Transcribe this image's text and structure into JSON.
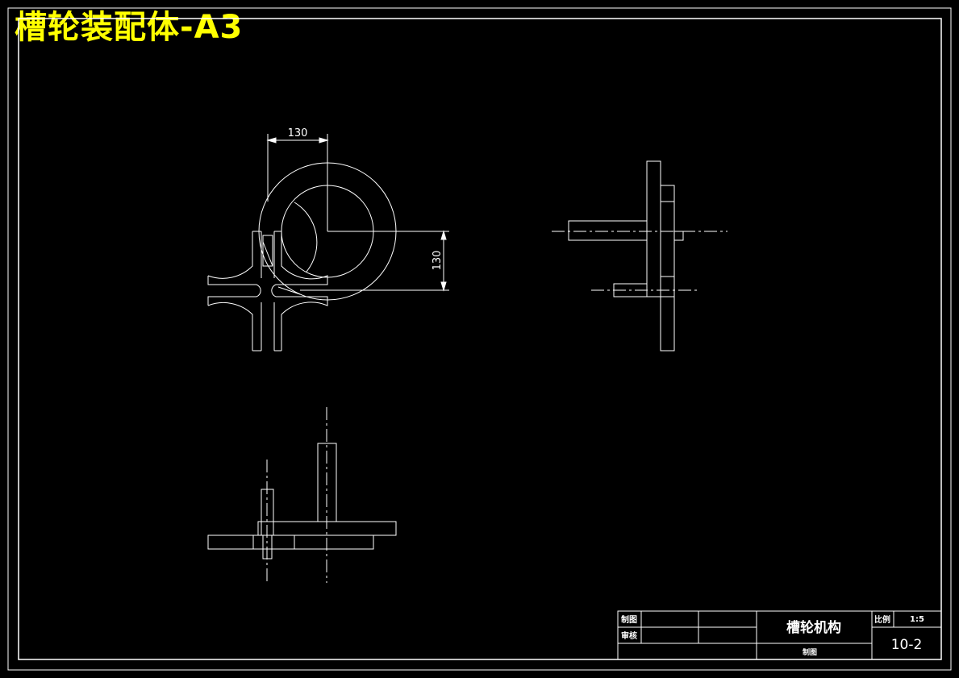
{
  "drawing_title": "槽轮装配体-A3",
  "dimensions": {
    "horizontal": "130",
    "vertical": "130"
  },
  "title_block": {
    "drafter_label": "制图",
    "reviewer_label": "审核",
    "part_name": "槽轮机构",
    "drafting_label": "制图",
    "scale_label": "比例",
    "scale_value": "1:5",
    "drawing_number": "10-2"
  },
  "colors": {
    "background": "#000000",
    "lines": "#ffffff",
    "title": "#ffff00"
  }
}
